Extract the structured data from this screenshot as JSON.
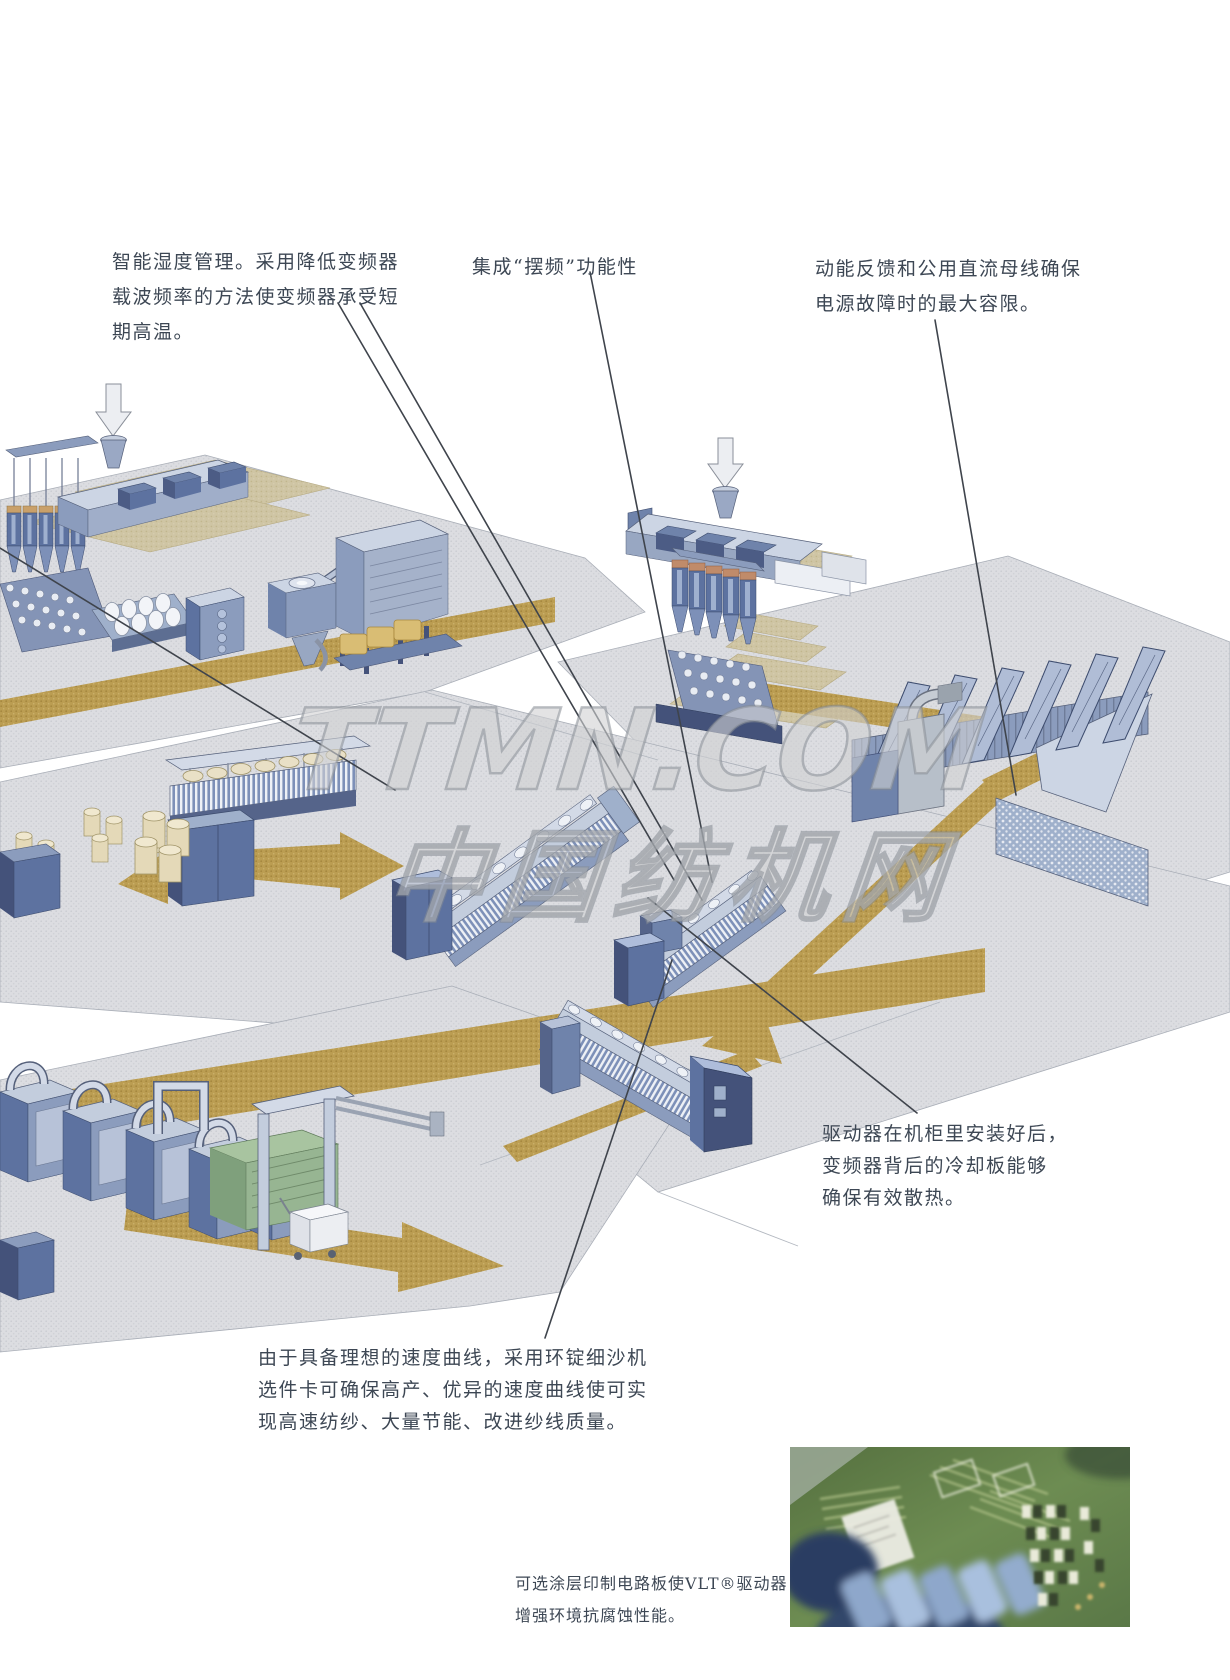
{
  "page": {
    "type": "textile-mill-process-diagram"
  },
  "watermark": {
    "line1": "TTMN.COM",
    "line2": "中国纺机网"
  },
  "annotations": {
    "humidity": {
      "lines": [
        "智能湿度管理。采用降低变频器",
        "载波频率的方法使变频器承受短",
        "期高温。"
      ]
    },
    "wobble": {
      "lines": [
        "集成“摆频”功能性"
      ]
    },
    "kinetic": {
      "lines": [
        "动能反馈和公用直流母线确保",
        "电源故障时的最大容限。"
      ]
    },
    "cooling": {
      "lines": [
        "驱动器在机柜里安装好后，",
        "变频器背后的冷却板能够",
        "确保有效散热。"
      ]
    },
    "speed": {
      "lines": [
        "由于具备理想的速度曲线，采用环锭细沙机",
        "选件卡可确保高产、优异的速度曲线使可实",
        "现高速纺纱、大量节能、改进纱线质量。"
      ]
    },
    "pcb": {
      "lines": [
        "可选涂层印制电路板使VLT®驱动器",
        "增强环境抗腐蚀性能。"
      ]
    }
  },
  "colors": {
    "flow_gold": "#bb9d52",
    "floor_gray": "#dcdde1",
    "floor_tan": "#cfc5a4",
    "machine_blue": "#5d72a0",
    "machine_light": "#c3cddd",
    "annotation_text": "#3d4754",
    "pcb_green": "#5f7d49"
  }
}
